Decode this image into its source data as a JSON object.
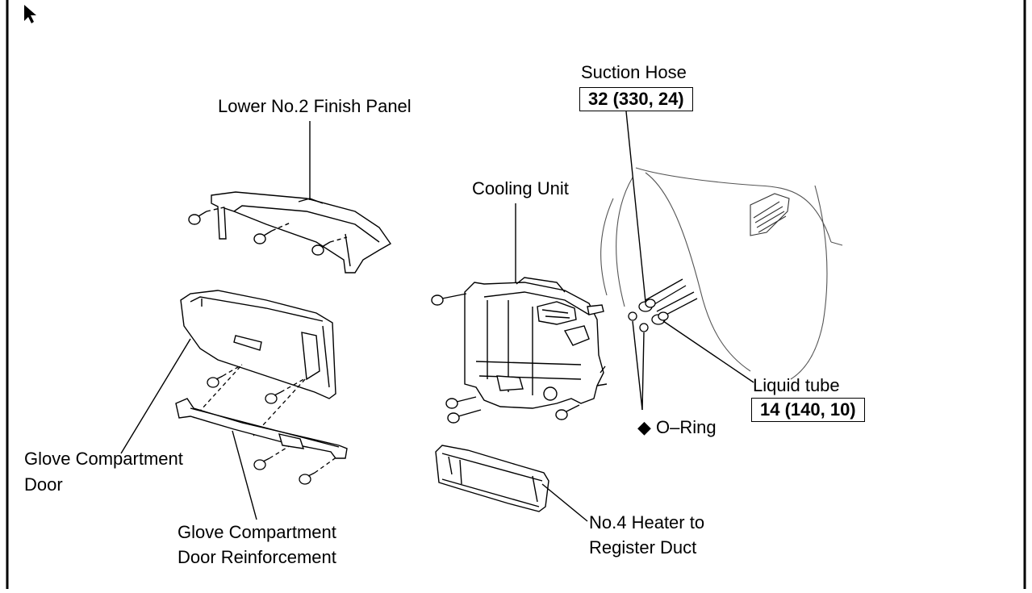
{
  "diagram": {
    "labels": {
      "lower_finish_panel": "Lower No.2 Finish Panel",
      "cooling_unit": "Cooling Unit",
      "suction_hose": "Suction Hose",
      "suction_hose_torque": "32 (330, 24)",
      "liquid_tube": "Liquid tube",
      "liquid_tube_torque": "14 (140, 10)",
      "o_ring": "◆ O–Ring",
      "glove_door_line1": "Glove Compartment",
      "glove_door_line2": "Door",
      "glove_reinf_line1": "Glove Compartment",
      "glove_reinf_line2": "Door Reinforcement",
      "duct_line1": "No.4 Heater to",
      "duct_line2": "Register Duct"
    },
    "colors": {
      "line": "#000000",
      "background": "#ffffff",
      "part_fill": "#f4f4f4"
    },
    "icons": [
      "pointer-cursor-icon"
    ]
  }
}
